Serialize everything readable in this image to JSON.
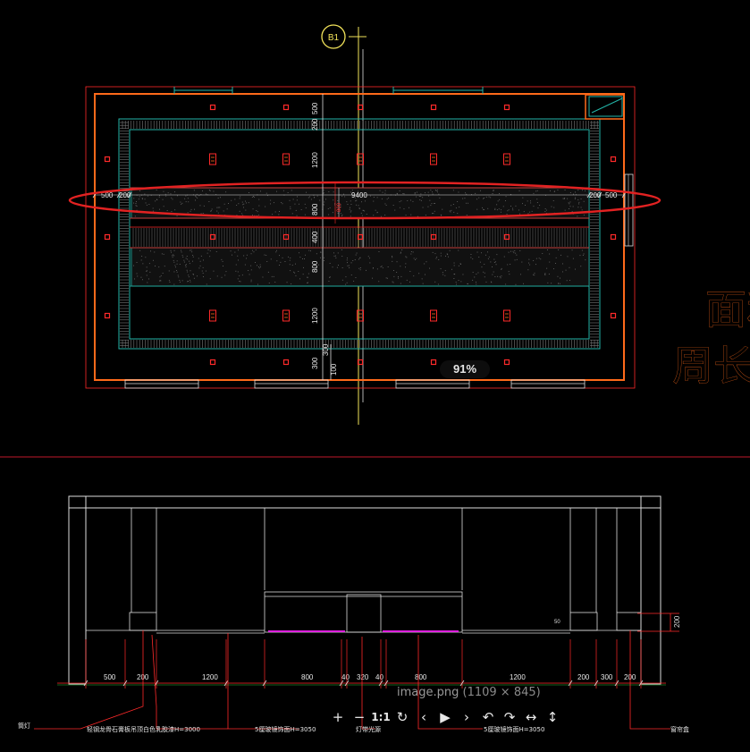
{
  "viewer": {
    "zoom_label": "91%",
    "file_name": "image.png",
    "file_dims": "(1109 × 845)",
    "toolbar": [
      {
        "name": "zoom-in-button",
        "icon": "plus-icon",
        "glyph": "+"
      },
      {
        "name": "zoom-out-button",
        "icon": "minus-icon",
        "glyph": "−"
      },
      {
        "name": "actual-size-button",
        "icon": "one-to-one-icon",
        "glyph": "1:1"
      },
      {
        "name": "reset-button",
        "icon": "refresh-icon",
        "glyph": "↻"
      },
      {
        "name": "previous-button",
        "icon": "chevron-left-icon",
        "glyph": "‹"
      },
      {
        "name": "play-button",
        "icon": "play-icon",
        "glyph": "▶"
      },
      {
        "name": "next-button",
        "icon": "chevron-right-icon",
        "glyph": "›"
      },
      {
        "name": "rotate-left-button",
        "icon": "rotate-left-icon",
        "glyph": "↶"
      },
      {
        "name": "rotate-right-button",
        "icon": "rotate-right-icon",
        "glyph": "↷"
      },
      {
        "name": "flip-horizontal-button",
        "icon": "flip-horizontal-icon",
        "glyph": "↔"
      },
      {
        "name": "flip-vertical-button",
        "icon": "flip-vertical-icon",
        "glyph": "↕"
      }
    ]
  },
  "drawing": {
    "grid_bubble": "B1",
    "side_text_1": "面和",
    "side_text_2": "周长",
    "plan_dims": {
      "left_500": "500",
      "left_200": "200",
      "total": "9400",
      "right_200": "200",
      "right_500": "500",
      "v_500": "500",
      "v_200": "200",
      "v_1200a": "1200",
      "v_800a": "800",
      "v_400": "400",
      "v_800b": "800",
      "v_1200b": "1200",
      "v_300a": "300",
      "v_300b": "300",
      "v_100": "100",
      "v_800c": "800"
    },
    "section_dims": [
      "500",
      "200",
      "1200",
      "800",
      "40",
      "320",
      "40",
      "800",
      "1200",
      "200",
      "300",
      "200"
    ],
    "section_height_dim": "200",
    "section_labels": {
      "l1": "筒灯",
      "l2": "轻钢龙骨石膏板吊顶白色乳胶漆H=3000",
      "l3": "5厘玻镜饰面H=3050",
      "l4": "灯带光源",
      "l5": "5厘玻镜饰面H=3050",
      "l6": "窗帘盒"
    },
    "colors": {
      "background": "#000000",
      "wall": "#ff6a1a",
      "ceiling_cyan": "#23b5a8",
      "highlight_ellipse": "#e22222",
      "magenta_strip": "#e020e0",
      "dim_red": "#ff2a2a",
      "white_line": "#e8e8e8"
    }
  }
}
